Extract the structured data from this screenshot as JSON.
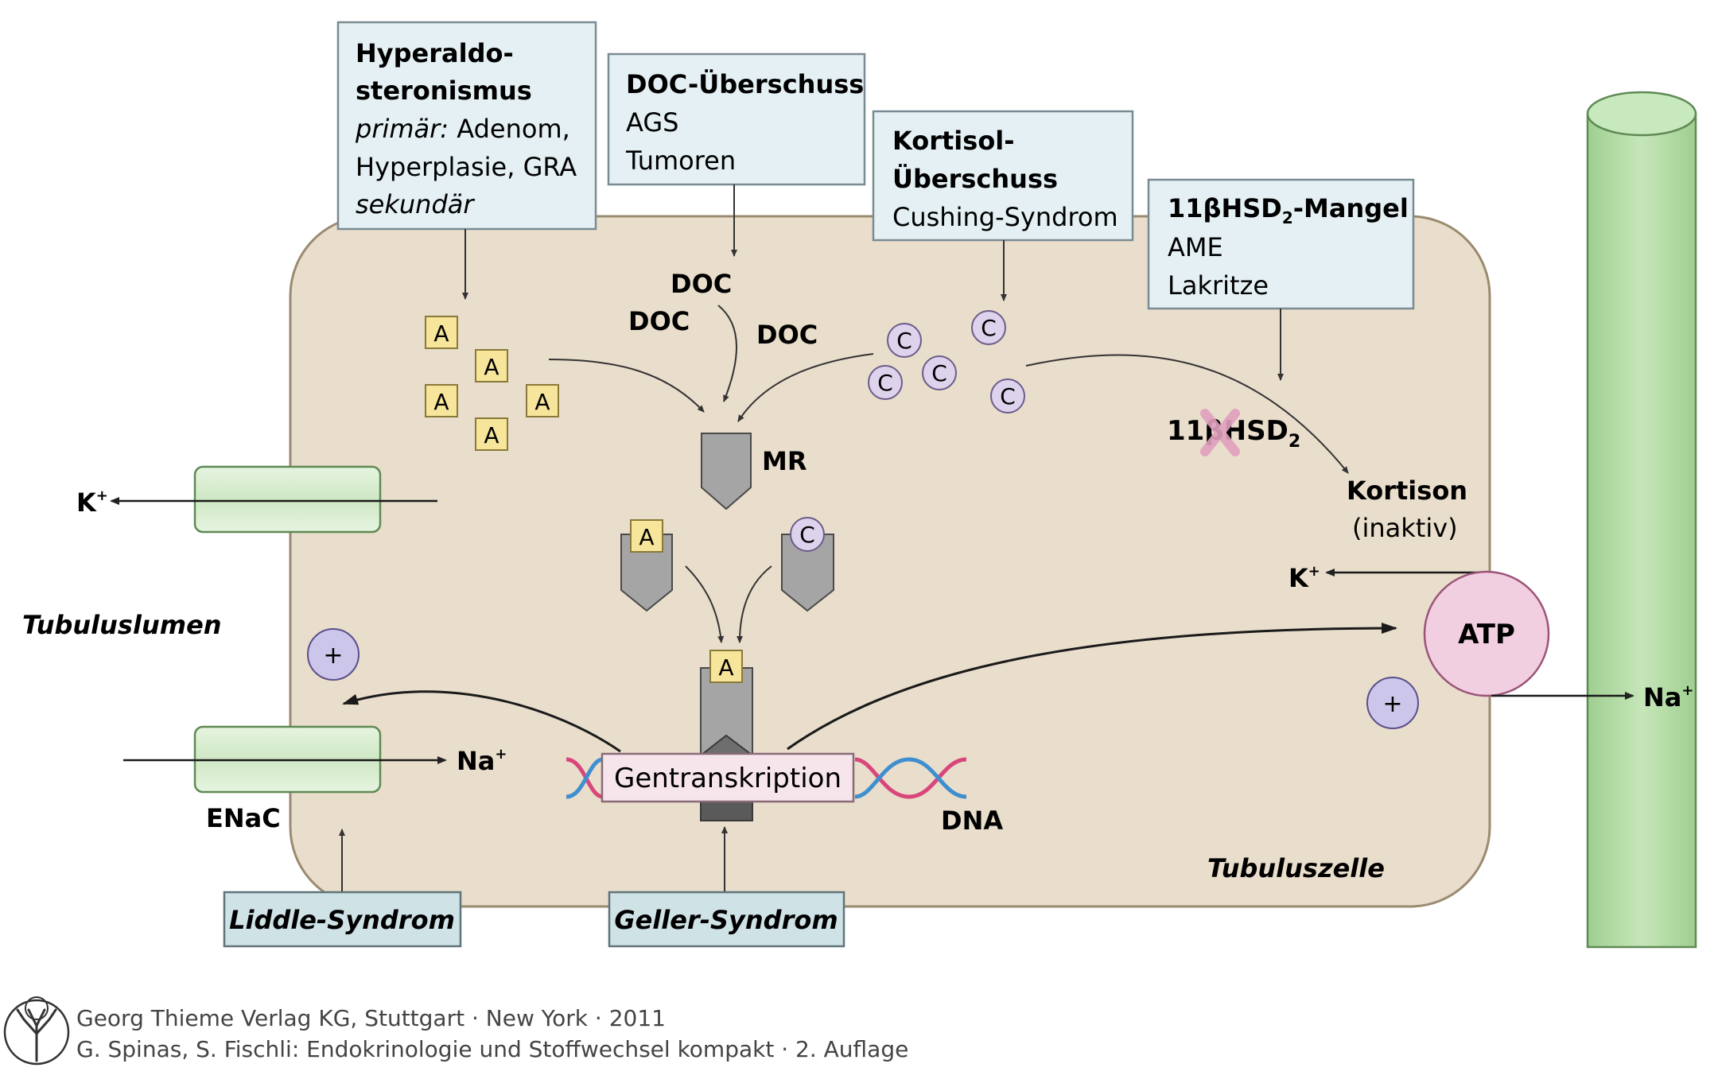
{
  "boxes": {
    "hyperaldo": {
      "title1": "Hyperaldo-",
      "title2": "steronismus",
      "line3_italic": "primär:",
      "line3_rest": " Adenom,",
      "line4": "Hyperplasie, GRA",
      "line5_italic": "sekundär"
    },
    "doc": {
      "title": "DOC-Überschuss",
      "line2": "AGS",
      "line3": "Tumoren"
    },
    "kortisol": {
      "title1": "Kortisol-",
      "title2": "Überschuss",
      "line3": "Cushing-Syndrom"
    },
    "hsd": {
      "title_pre": "11βHSD",
      "title_sub": "2",
      "title_post": "-Mangel",
      "line2": "AME",
      "line3": "Lakritze"
    },
    "liddle": {
      "label": "Liddle-Syndrom"
    },
    "geller": {
      "label": "Geller-Syndrom"
    }
  },
  "symbols": {
    "aldosterone": "A",
    "cortisol": "C",
    "plus": "+"
  },
  "labels": {
    "doc": "DOC",
    "mr": "MR",
    "hsd_pre": "11βHSD",
    "hsd_sub": "2",
    "kortison": "Kortison",
    "inaktiv": "(inaktiv)",
    "k_ion": "K",
    "na_ion": "Na",
    "ion_sup": "+",
    "tubuluslumen": "Tubuluslumen",
    "tubuluszelle": "Tubuluszelle",
    "enac": "ENaC",
    "atp": "ATP",
    "gentranskription": "Gentranskription",
    "dna": "DNA"
  },
  "footer": {
    "line1": "Georg Thieme Verlag KG, Stuttgart · New York · 2011",
    "line2": "G. Spinas, S. Fischli: Endokrinologie und Stoffwechsel kompakt · 2. Auflage"
  },
  "colors": {
    "cell_fill": "#e9ddcb",
    "cell_stroke": "#9a8b70",
    "box_fill": "#e4f0f3",
    "box_dark_fill": "#cfe2e6",
    "channel_fill": "#d6ebcf",
    "aldo_fill": "#f6e59a",
    "cortisol_fill": "#ddd3ec",
    "atp_fill": "#f2cfe0",
    "dna_pink": "#d9467c",
    "dna_blue": "#3f8fd0",
    "receptor_fill": "#a5a5a5",
    "vessel_fill": "#a8d499",
    "x_mark": "#e2a0be"
  }
}
